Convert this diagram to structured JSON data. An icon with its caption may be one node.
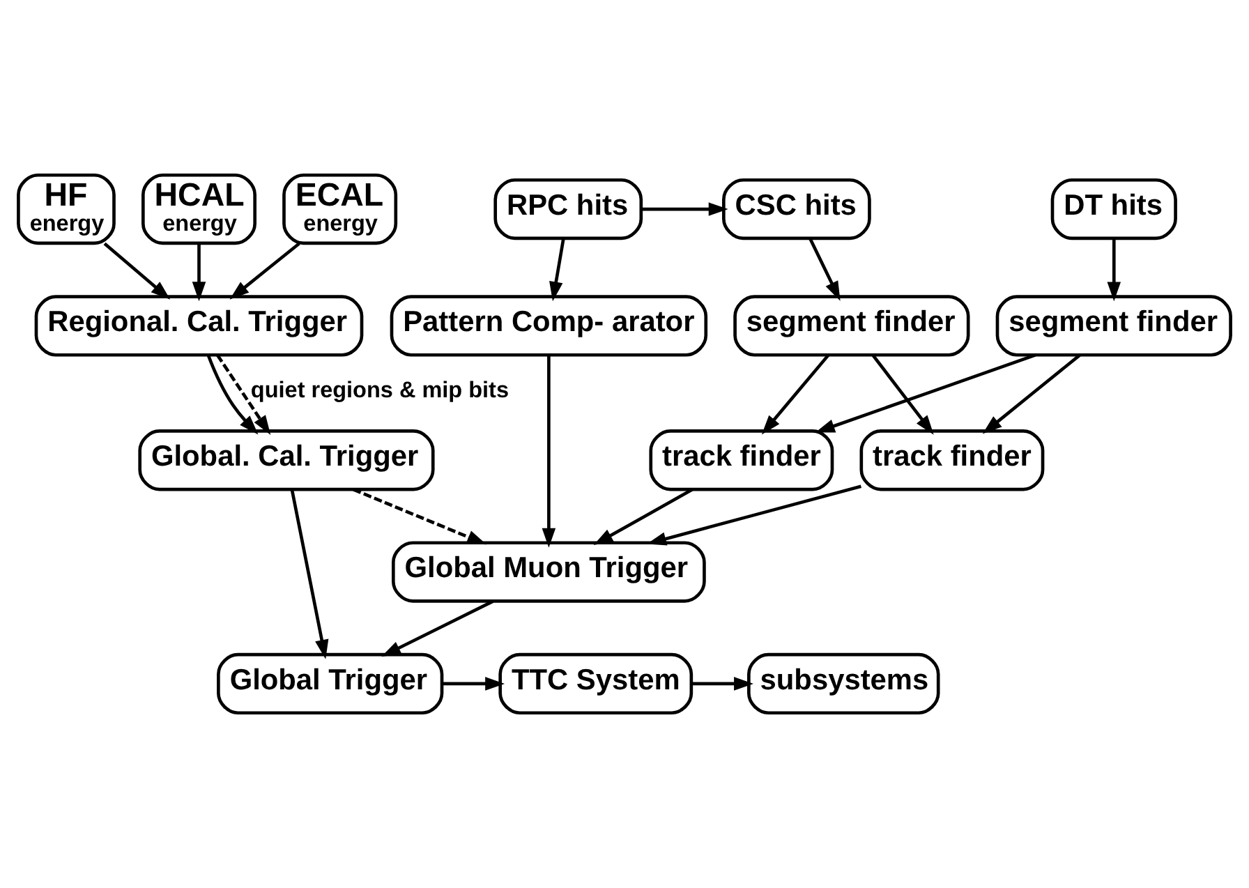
{
  "diagram": {
    "nodes": [
      {
        "text": [
          "HF",
          "energy"
        ]
      },
      {
        "text": [
          "HCAL",
          "energy"
        ]
      },
      {
        "text": [
          "ECAL",
          "energy"
        ]
      },
      {
        "text": [
          "RPC hits"
        ]
      },
      {
        "text": [
          "CSC hits"
        ]
      },
      {
        "text": [
          "DT hits"
        ]
      },
      {
        "text": [
          "Regional. Cal. Trigger"
        ]
      },
      {
        "text": [
          "segment finder"
        ]
      },
      {
        "text": [
          "segment finder"
        ]
      },
      {
        "text": [
          "Pattern Comp- arator"
        ]
      },
      {
        "text": [
          "Global. Cal. Trigger"
        ]
      },
      {
        "text": [
          "track finder"
        ]
      },
      {
        "text": [
          "track finder"
        ]
      },
      {
        "text": [
          "Global Muon Trigger"
        ]
      },
      {
        "text": [
          "Global Trigger"
        ]
      },
      {
        "text": [
          "TTC System"
        ]
      },
      {
        "text": [
          "subsystems"
        ]
      }
    ],
    "edges": [
      {
        "from": 0,
        "to": 6,
        "arrow": "to"
      },
      {
        "from": 1,
        "to": 6,
        "arrow": "to"
      },
      {
        "from": 2,
        "to": 6,
        "arrow": "to"
      },
      {
        "from": 3,
        "to": 4,
        "arrow": "to"
      },
      {
        "from": 3,
        "to": 9,
        "arrow": "to"
      },
      {
        "from": 4,
        "to": 7,
        "arrow": "to"
      },
      {
        "from": 5,
        "to": 8,
        "arrow": "to"
      },
      {
        "from": 6,
        "to": 10,
        "arrow": "to"
      },
      {
        "from": 6,
        "to": 10,
        "arrow": "to",
        "style": "dashed",
        "label": "quiet regions & mip bits"
      },
      {
        "from": 7,
        "to": 11,
        "arrow": "to"
      },
      {
        "from": 7,
        "to": 12,
        "arrow": "to"
      },
      {
        "from": 8,
        "to": 11,
        "arrow": "to"
      },
      {
        "from": 8,
        "to": 12,
        "arrow": "to"
      },
      {
        "from": 10,
        "to": 13,
        "arrow": "to",
        "style": "dashed"
      },
      {
        "from": 9,
        "to": 13,
        "arrow": "to"
      },
      {
        "from": 11,
        "to": 13,
        "arrow": "to"
      },
      {
        "from": 12,
        "to": 13,
        "arrow": "to"
      },
      {
        "from": 10,
        "to": 14,
        "arrow": "to"
      },
      {
        "from": 13,
        "to": 14,
        "arrow": "to"
      },
      {
        "from": 14,
        "to": 15,
        "arrow": "to"
      },
      {
        "from": 15,
        "to": 16,
        "arrow": "to"
      }
    ]
  }
}
